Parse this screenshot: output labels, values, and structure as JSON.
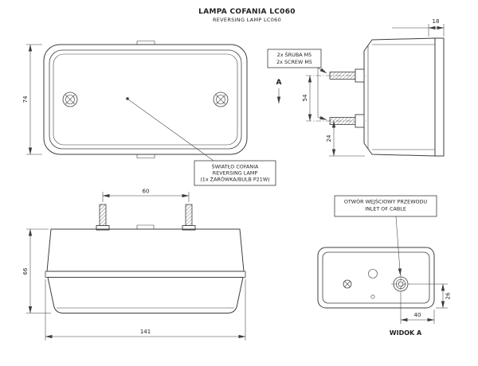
{
  "title": {
    "line1": "LAMPA COFANIA LC060",
    "line2": "REVERSING LAMP LC060"
  },
  "notes": {
    "lamp": {
      "line1": "ŚWIATŁO COFANIA",
      "line2": "REVERSING LAMP",
      "line3": "(1x ŻARÓWKA/BULB P21W)"
    },
    "screws": {
      "line1": "2x ŚRUBA M5",
      "line2": "2x SCREW M5"
    },
    "cable": {
      "line1": "OTWÓR WEJŚCIOWY PRZEWODU",
      "line2": "INLET OF CABLE"
    }
  },
  "view_a": {
    "marker": "A",
    "label": "WIDOK A"
  },
  "dims": {
    "front_height": "74",
    "top_offset": "18",
    "stud_spacing_side": "54",
    "stud_to_bottom": "24",
    "stud_spacing": "60",
    "body_height": "66",
    "body_width": "141",
    "inlet_to_edge": "40",
    "inlet_to_bottom": "26"
  },
  "colors": {
    "line": "#3d3d3d",
    "text": "#1f1f1f",
    "background": "#ffffff"
  }
}
